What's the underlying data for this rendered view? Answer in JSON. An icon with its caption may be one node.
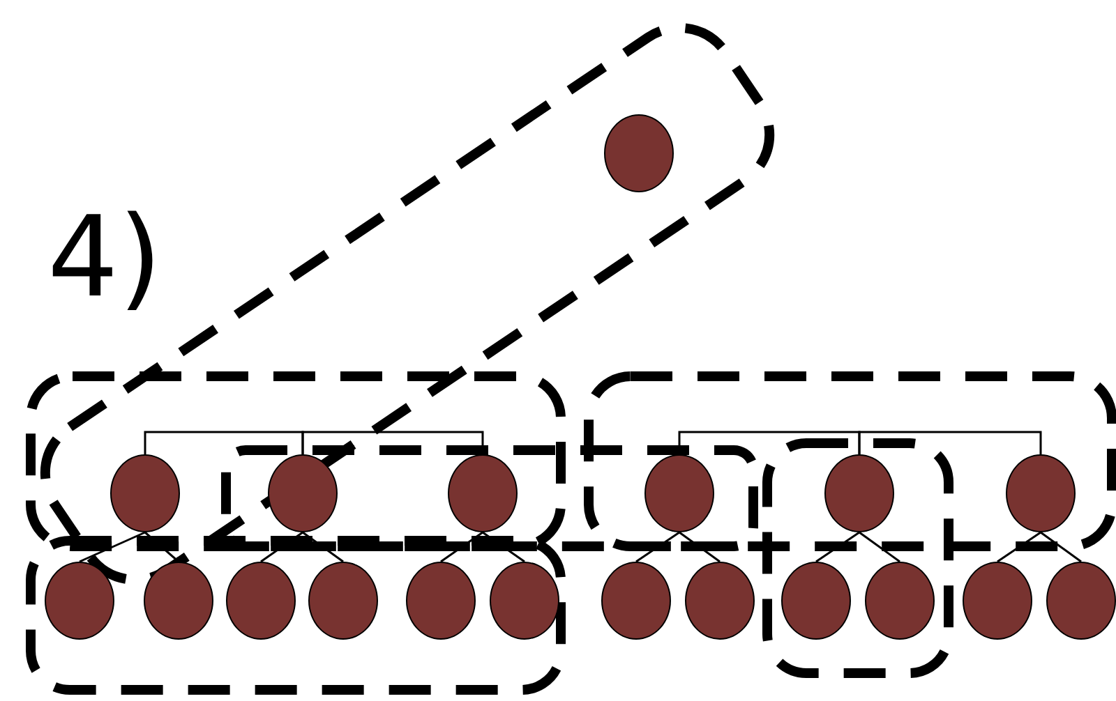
{
  "diagram": {
    "nodes": [
      {
        "text": [],
        "shape": "circle"
      },
      {
        "text": [],
        "shape": "circle"
      },
      {
        "text": [],
        "shape": "circle"
      },
      {
        "text": [],
        "shape": "circle"
      },
      {
        "text": [],
        "shape": "circle"
      },
      {
        "text": [],
        "shape": "circle"
      },
      {
        "text": [],
        "shape": "circle"
      },
      {
        "text": [],
        "shape": "circle"
      },
      {
        "text": [],
        "shape": "circle"
      },
      {
        "text": [],
        "shape": "circle"
      },
      {
        "text": [],
        "shape": "circle"
      },
      {
        "text": [],
        "shape": "circle"
      },
      {
        "text": [],
        "shape": "circle"
      },
      {
        "text": [],
        "shape": "circle"
      },
      {
        "text": [],
        "shape": "circle"
      },
      {
        "text": [],
        "shape": "circle"
      },
      {
        "text": [],
        "shape": "circle"
      },
      {
        "text": [],
        "shape": "circle"
      },
      {
        "text": [],
        "shape": "circle"
      }
    ],
    "edges": [
      {
        "from": 1,
        "to": 2,
        "arrow": "none"
      },
      {
        "from": 2,
        "to": 3,
        "arrow": "none"
      },
      {
        "from": 4,
        "to": 5,
        "arrow": "none"
      },
      {
        "from": 5,
        "to": 6,
        "arrow": "none"
      },
      {
        "from": 1,
        "to": 7,
        "arrow": "none"
      },
      {
        "from": 1,
        "to": 8,
        "arrow": "none"
      },
      {
        "from": 2,
        "to": 9,
        "arrow": "none"
      },
      {
        "from": 2,
        "to": 10,
        "arrow": "none"
      },
      {
        "from": 3,
        "to": 11,
        "arrow": "none"
      },
      {
        "from": 3,
        "to": 12,
        "arrow": "none"
      },
      {
        "from": 4,
        "to": 13,
        "arrow": "none"
      },
      {
        "from": 4,
        "to": 14,
        "arrow": "none"
      },
      {
        "from": 5,
        "to": 15,
        "arrow": "none"
      },
      {
        "from": 5,
        "to": 16,
        "arrow": "none"
      },
      {
        "from": 6,
        "to": 17,
        "arrow": "none"
      },
      {
        "from": 6,
        "to": 18,
        "arrow": "none"
      }
    ],
    "labels": [
      "4)"
    ]
  }
}
